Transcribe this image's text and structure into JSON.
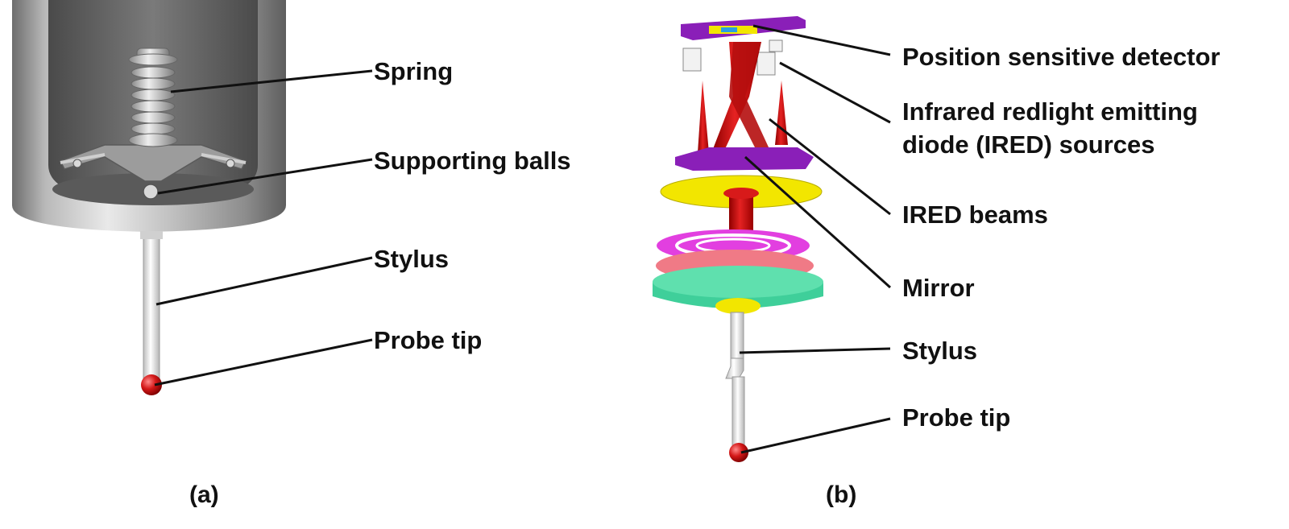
{
  "panel_a": {
    "caption": "(a)",
    "labels": {
      "spring": "Spring",
      "supporting_balls": "Supporting balls",
      "stylus": "Stylus",
      "probe_tip": "Probe tip"
    }
  },
  "panel_b": {
    "caption": "(b)",
    "labels": {
      "psd": "Position sensitive detector",
      "ired_sources_line1": "Infrared redlight emitting",
      "ired_sources_line2": "diode (IRED) sources",
      "ired_beams": "IRED beams",
      "mirror": "Mirror",
      "stylus": "Stylus",
      "probe_tip": "Probe tip"
    }
  },
  "colors": {
    "housing": "#9a9a9a",
    "purple_plate": "#8a1fb8",
    "red_beam": "#cc1010",
    "yellow_disc": "#f2e600",
    "magenta_ring": "#e23fe0",
    "pink_ring": "#f07a86",
    "green_base": "#3fcf9a",
    "probe_ball": "#cc1515"
  }
}
